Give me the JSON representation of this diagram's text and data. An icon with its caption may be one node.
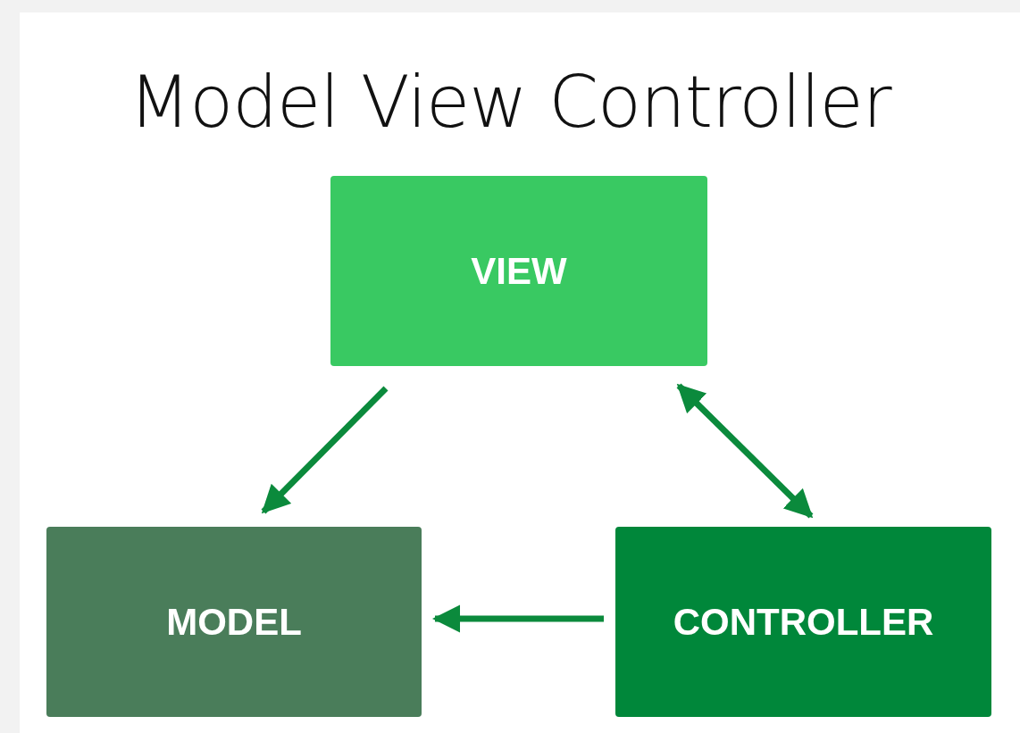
{
  "diagram": {
    "title": "Model View Controller",
    "nodes": [
      {
        "text": [
          "VIEW"
        ]
      },
      {
        "text": [
          "MODEL"
        ]
      },
      {
        "text": [
          "CONTROLLER"
        ]
      }
    ],
    "edges": [
      {
        "from": 0,
        "to": 1,
        "arrow": "to"
      },
      {
        "from": 2,
        "to": 0,
        "arrow": "both"
      },
      {
        "from": 2,
        "to": 1,
        "arrow": "to"
      }
    ]
  }
}
